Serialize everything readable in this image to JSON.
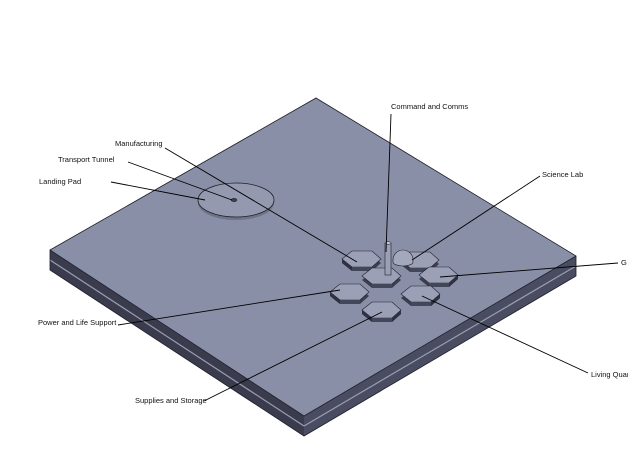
{
  "labels": {
    "command": "Command and Comms",
    "manufacturing": "Manufacturing",
    "transport": "Transport Tunnel",
    "landing": "Landing Pad",
    "science": "Science Lab",
    "greenhouse": "G",
    "power": "Power and Life Support",
    "supplies": "Supplies and Storage",
    "living": "Living Quart"
  },
  "colors": {
    "top": "#8a8fa8",
    "side_dark": "#2f3142",
    "side_light": "#6f7388",
    "pod_top": "#9ba0b6",
    "pod_side": "#3c3e50",
    "leader": "#000000"
  }
}
